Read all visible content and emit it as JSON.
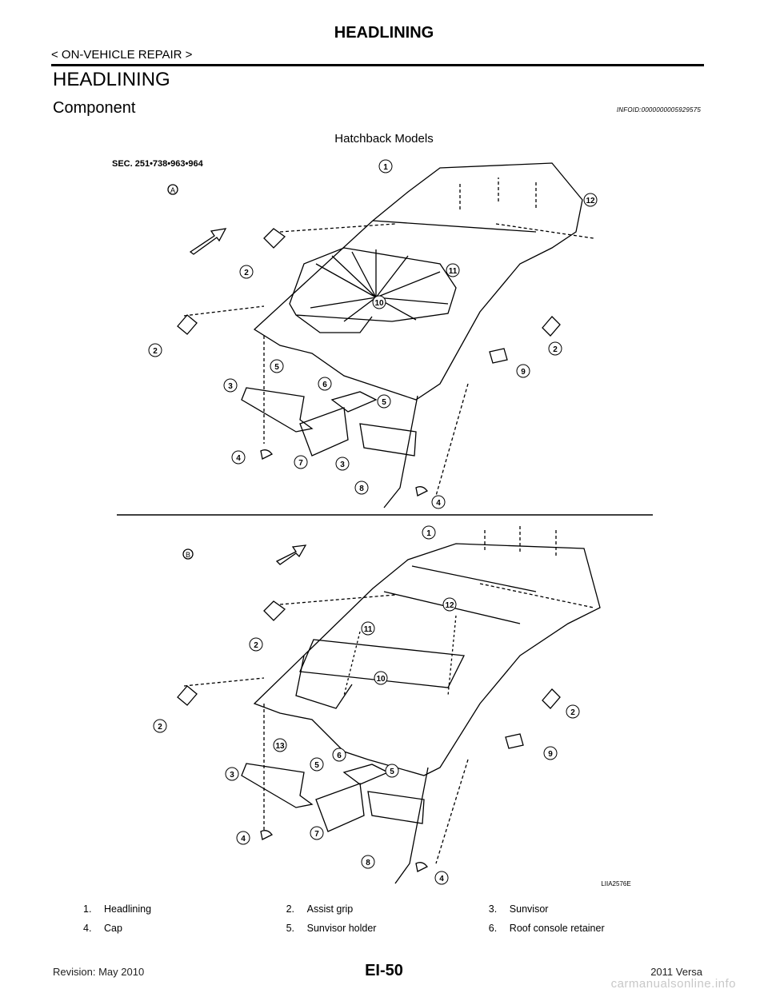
{
  "header": {
    "title": "HEADLINING",
    "subtitle": "< ON-VEHICLE REPAIR >"
  },
  "section": {
    "title": "HEADLINING",
    "subtitle": "Component",
    "info_id": "INFOID:0000000005929575"
  },
  "figure": {
    "caption": "Hatchback Models",
    "sec_label": "SEC. 251•738•963•964",
    "view_a": "A",
    "view_b": "B",
    "figure_id": "LIIA2576E",
    "callouts_a": [
      "1",
      "2",
      "2",
      "2",
      "3",
      "3",
      "4",
      "4",
      "5",
      "5",
      "6",
      "7",
      "8",
      "9",
      "10",
      "11",
      "12"
    ],
    "callouts_b": [
      "1",
      "2",
      "2",
      "2",
      "3",
      "4",
      "4",
      "5",
      "5",
      "6",
      "7",
      "8",
      "9",
      "10",
      "11",
      "12",
      "13"
    ]
  },
  "legend": [
    {
      "num": "1.",
      "label": "Headlining"
    },
    {
      "num": "2.",
      "label": "Assist grip"
    },
    {
      "num": "3.",
      "label": "Sunvisor"
    },
    {
      "num": "4.",
      "label": "Cap"
    },
    {
      "num": "5.",
      "label": "Sunvisor holder"
    },
    {
      "num": "6.",
      "label": "Roof console retainer"
    }
  ],
  "footer": {
    "revision": "Revision: May 2010",
    "page": "EI-50",
    "model": "2011 Versa",
    "watermark": "carmanualsonline.info"
  }
}
